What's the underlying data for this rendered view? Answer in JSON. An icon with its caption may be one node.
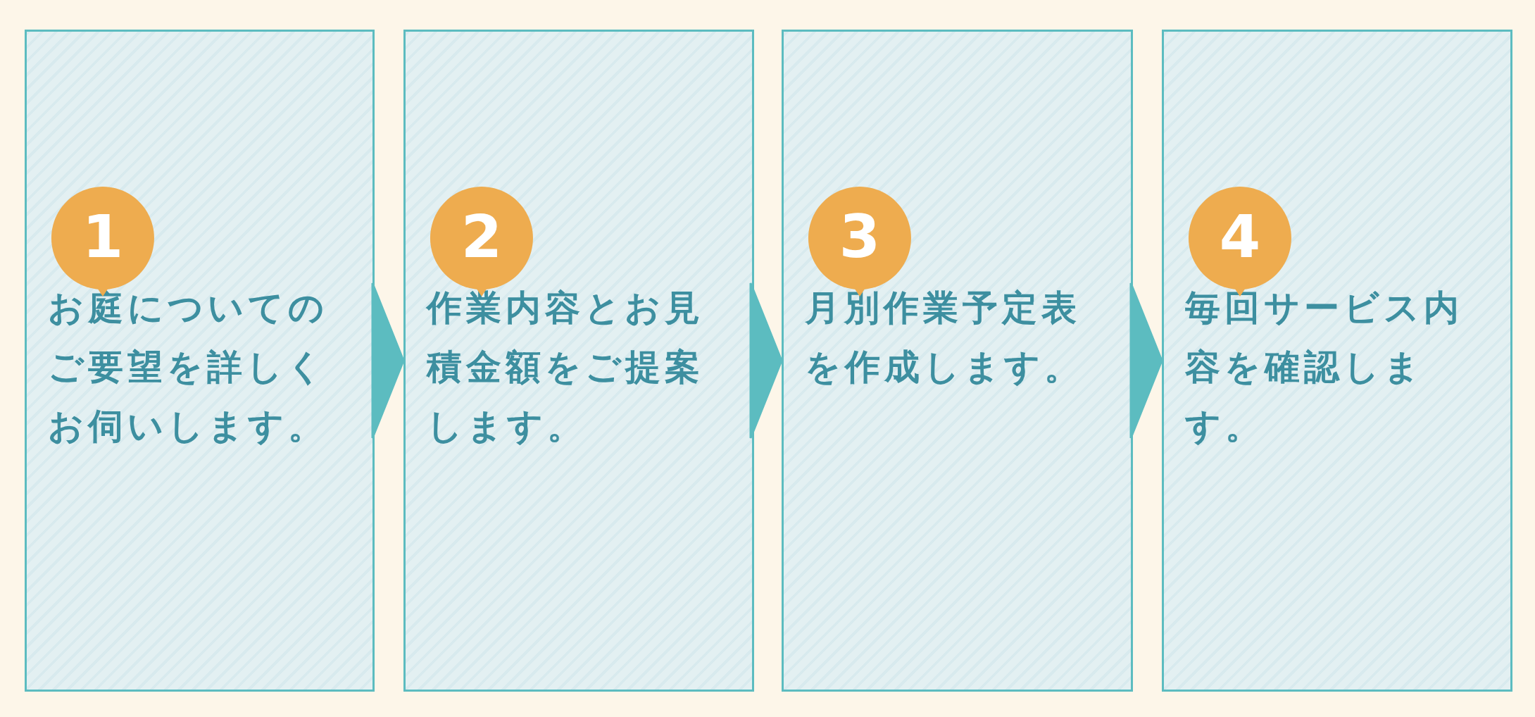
{
  "diagram": {
    "nodes": [
      {
        "text": [
          "お庭についてのご要望を詳しくお伺いします。"
        ]
      },
      {
        "text": [
          "1"
        ],
        "in": 0
      },
      {
        "text": [
          "作業内容とお見積金額をご提案します。"
        ]
      },
      {
        "text": [
          "2"
        ],
        "in": 2
      },
      {
        "text": [
          "月別作業予定表を作成します。"
        ]
      },
      {
        "text": [
          "3"
        ],
        "in": 4
      },
      {
        "text": [
          "毎回サービス内容を確認します。"
        ]
      },
      {
        "text": [
          "4"
        ],
        "in": 6
      }
    ],
    "edges": [
      {
        "from": 0,
        "to": 2,
        "arrow": "to"
      },
      {
        "from": 2,
        "to": 4,
        "arrow": "to"
      },
      {
        "from": 4,
        "to": 6,
        "arrow": "to"
      }
    ]
  }
}
